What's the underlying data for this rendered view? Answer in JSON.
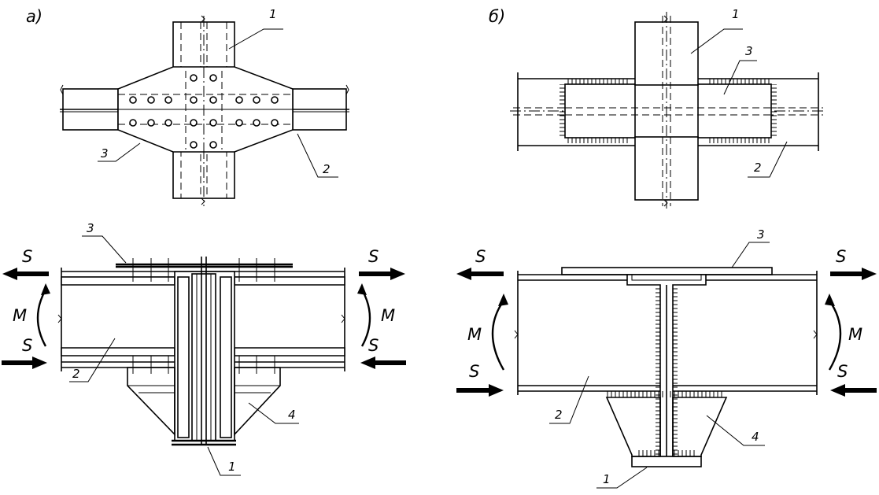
{
  "panels": {
    "a": {
      "title": "а)"
    },
    "b": {
      "title": "б)"
    }
  },
  "labels": {
    "n1": "1",
    "n2": "2",
    "n3": "3",
    "n4": "4",
    "force": "S",
    "moment": "M"
  }
}
